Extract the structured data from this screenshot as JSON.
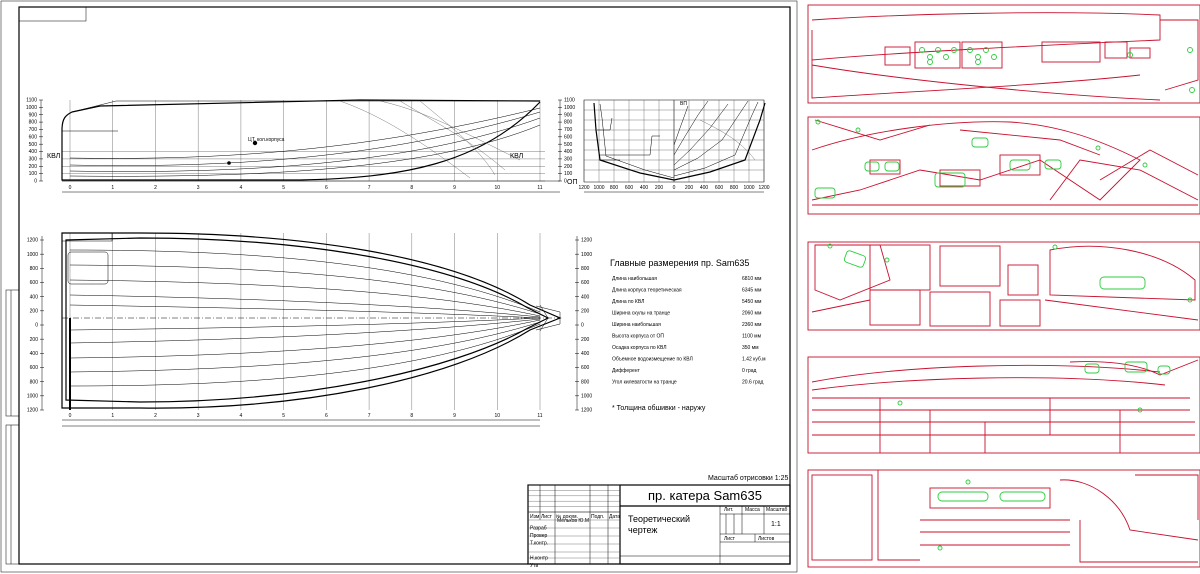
{
  "drawing": {
    "profile_labels": {
      "waterline": "КВЛ",
      "waterline_right": "КВЛ",
      "baseline": "ОП",
      "note": "ЦТ, кол.корпуса"
    },
    "profile_y_ticks": [
      "1100",
      "1000",
      "900",
      "800",
      "700",
      "600",
      "500",
      "400",
      "300",
      "200",
      "100",
      "0"
    ],
    "stations": [
      "0",
      "1",
      "2",
      "3",
      "4",
      "5",
      "6",
      "7",
      "8",
      "9",
      "10",
      "11"
    ],
    "section_ticks": [
      "1200",
      "1000",
      "800",
      "600",
      "400",
      "200",
      "0",
      "200",
      "400",
      "600",
      "800",
      "1000",
      "1200"
    ],
    "plan_y_ticks": [
      "1200",
      "1000",
      "800",
      "600",
      "400",
      "200",
      "0",
      "200",
      "400",
      "600",
      "800",
      "1000",
      "1200"
    ],
    "spec_title": "Главные размерения пр. Sam635",
    "specs": [
      {
        "label": "Длина наибольшая",
        "value": "6810 мм"
      },
      {
        "label": "Длина корпуса теоретическая",
        "value": "6345 мм"
      },
      {
        "label": "Длина по КВЛ",
        "value": "5450 мм"
      },
      {
        "label": "Ширина скулы на транце",
        "value": "2060 мм"
      },
      {
        "label": "Ширина наибольшая",
        "value": "2360 мм"
      },
      {
        "label": "Высота корпуса от ОП",
        "value": "1100 мм"
      },
      {
        "label": "Осадка корпуса по КВЛ",
        "value": "350 мм"
      },
      {
        "label": "Объемное водоизмещение по КВЛ",
        "value": "1.42 куб.м"
      },
      {
        "label": "Дифферент",
        "value": "0 град"
      },
      {
        "label": "Угол килеватости на транце",
        "value": "20.6 град"
      }
    ],
    "spec_note": "* Толщина обшивки - наружу",
    "scale": "Масштаб отрисовки  1:25",
    "title_block": {
      "project": "пр. катера Sam635",
      "sheet_title": "Теоретический чертеж",
      "scale_value": "1:1",
      "rows": [
        "Изм",
        "Разраб",
        "Провер",
        "Т.контр.",
        "",
        "Н.контр",
        "Утв"
      ],
      "col_heads": [
        "Лист",
        "№ докум.",
        "Подп.",
        "Дата"
      ],
      "developer": "Мельков Ю.М",
      "lit": "Лит.",
      "mass": "Масса",
      "scale_head": "Масштаб",
      "sheet": "Лист",
      "sheets": "Листов"
    }
  },
  "colors": {
    "part_outline": "#c8102e",
    "cutout": "#2ecc40",
    "ink": "#000000"
  },
  "nesting": {
    "sheet_count": 5
  }
}
